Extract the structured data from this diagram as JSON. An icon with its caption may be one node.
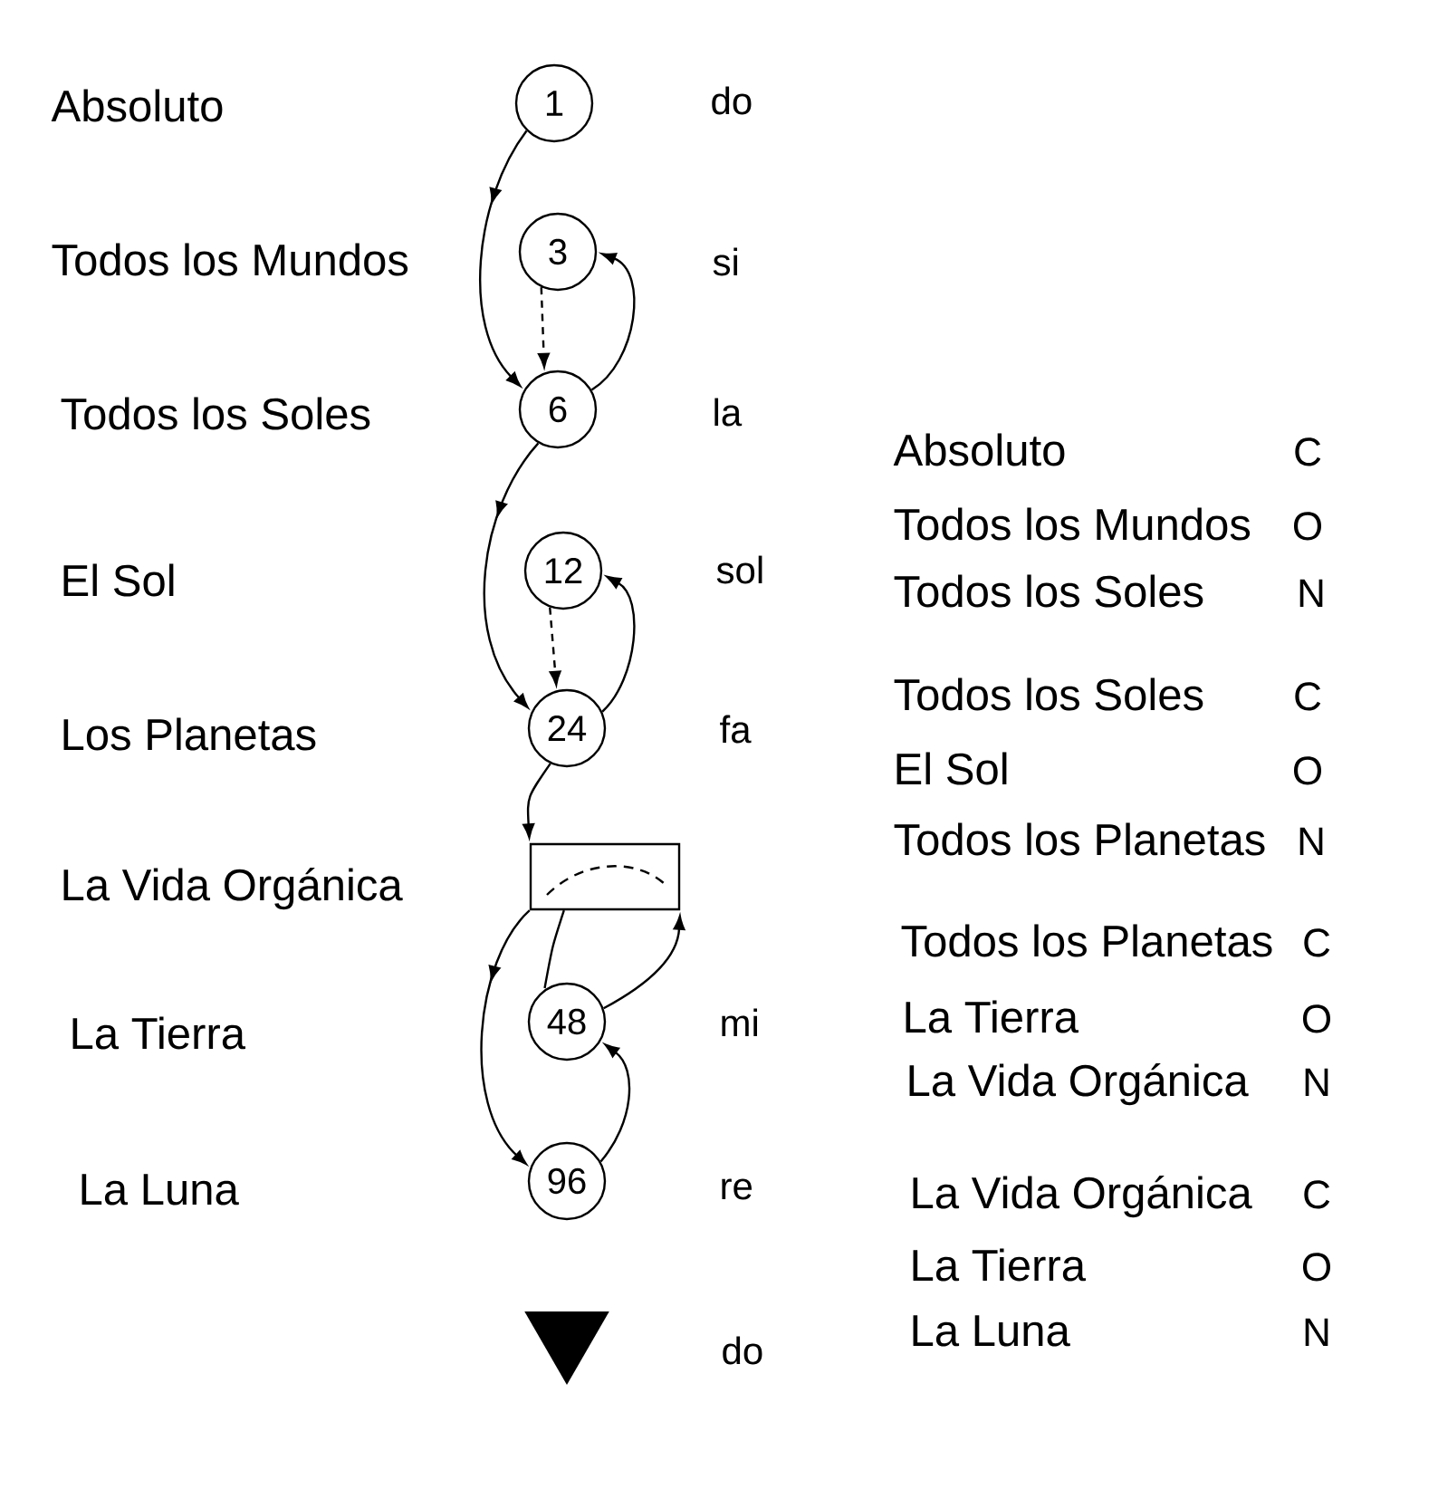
{
  "diagram": {
    "nodes": [
      {
        "text": [
          "1"
        ]
      },
      {
        "text": [
          "3"
        ]
      },
      {
        "text": [
          "6"
        ]
      },
      {
        "text": [
          "12"
        ]
      },
      {
        "text": [
          "24"
        ]
      },
      {
        "text": [],
        "shape": "box"
      },
      {
        "text": [
          "48"
        ]
      },
      {
        "text": [
          "96"
        ]
      },
      {
        "text": [],
        "shape": "triangle"
      }
    ],
    "edges": [
      {
        "from": 0,
        "to": 2,
        "arrow": "to"
      },
      {
        "from": 1,
        "to": 2,
        "arrow": "to",
        "style": "dashed"
      },
      {
        "from": 2,
        "to": 1,
        "arrow": "to"
      },
      {
        "from": 2,
        "to": 4,
        "arrow": "to"
      },
      {
        "from": 3,
        "to": 4,
        "arrow": "to",
        "style": "dashed"
      },
      {
        "from": 4,
        "to": 3,
        "arrow": "to"
      },
      {
        "from": 4,
        "to": 5,
        "arrow": "to"
      },
      {
        "from": 5,
        "to": 7,
        "arrow": "to"
      },
      {
        "from": 5,
        "to": 6,
        "arrow": "none"
      },
      {
        "from": 6,
        "to": 5,
        "arrow": "to"
      },
      {
        "from": 7,
        "to": 6,
        "arrow": "to"
      }
    ],
    "labels": [
      "Absoluto",
      "do",
      "Todos los Mundos",
      "si",
      "Todos los Soles",
      "la",
      "El Sol",
      "sol",
      "Los Planetas",
      "fa",
      "La Vida Orgánica",
      "La Tierra",
      "mi",
      "La Luna",
      "re",
      "do",
      "Absoluto",
      "C",
      "Todos los Mundos",
      "O",
      "Todos los Soles",
      "N",
      "Todos los Soles",
      "C",
      "El Sol",
      "O",
      "Todos los Planetas",
      "N",
      "Todos los Planetas",
      "C",
      "La Tierra",
      "O",
      "La Vida Orgánica",
      "N",
      "La Vida Orgánica",
      "C",
      "La Tierra",
      "O",
      "La Luna",
      "N"
    ]
  }
}
